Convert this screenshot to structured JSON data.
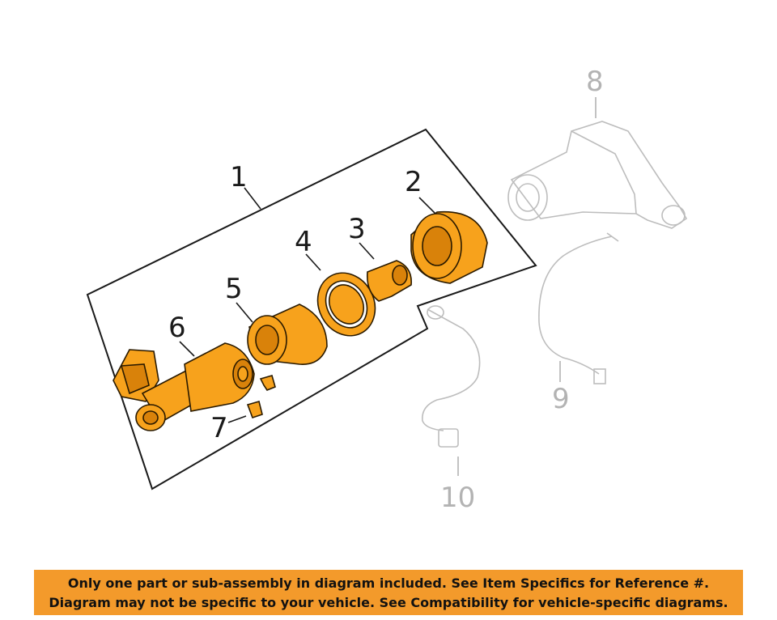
{
  "callouts": {
    "c1": "1",
    "c2": "2",
    "c3": "3",
    "c4": "4",
    "c5": "5",
    "c6": "6",
    "c7": "7",
    "c8": "8",
    "c9": "9",
    "c10": "10"
  },
  "banner": {
    "line1": "Only one part or sub-assembly in diagram included. See Item Specifics for Reference #.",
    "line2": "Diagram may not be specific to your vehicle. See Compatibility for vehicle-specific diagrams."
  },
  "colors": {
    "part_fill": "#f7a21c",
    "part_shade": "#d9820a",
    "ghost_stroke": "#bdbdbd",
    "banner_bg": "#f39a2b"
  }
}
